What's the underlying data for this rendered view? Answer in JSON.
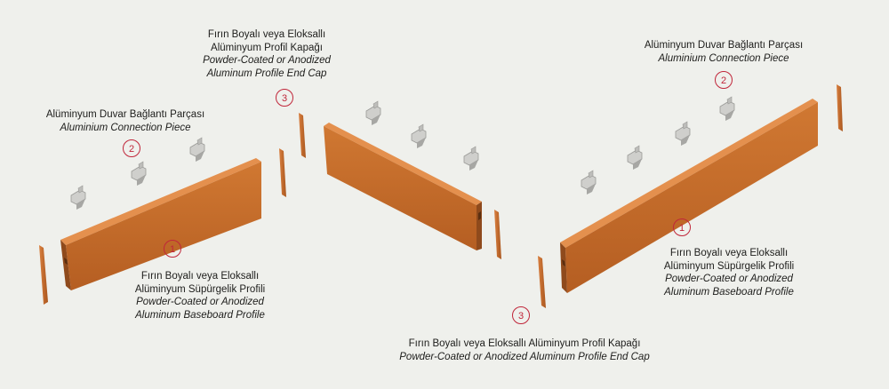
{
  "colors": {
    "background": "#eff0ec",
    "profile_face": "#c46c2c",
    "profile_top": "#e08a48",
    "profile_dark": "#8f4a1c",
    "clip": "#c9c9c6",
    "badge": "#c0263a",
    "text": "#1d1d1b"
  },
  "labels": {
    "left_connection": {
      "tr": "Alüminyum Duvar Bağlantı Parçası",
      "en": "Aluminium Connection Piece",
      "number": "2"
    },
    "left_profile": {
      "tr1": "Fırın Boyalı veya Eloksallı",
      "tr2": "Alüminyum Süpürgelik Profili",
      "en1": "Powder-Coated or Anodized",
      "en2": "Aluminum Baseboard Profile",
      "number": "1"
    },
    "top_endcap": {
      "tr1": "Fırın Boyalı veya Eloksallı",
      "tr2": "Alüminyum Profil Kapağı",
      "en1": "Powder-Coated or Anodized",
      "en2": "Aluminum Profile End Cap",
      "number": "3"
    },
    "right_connection": {
      "tr": "Alüminyum Duvar Bağlantı Parçası",
      "en": "Aluminium Connection Piece",
      "number": "2"
    },
    "right_profile": {
      "tr1": "Fırın Boyalı veya Eloksallı",
      "tr2": "Alüminyum Süpürgelik Profili",
      "en1": "Powder-Coated or Anodized",
      "en2": "Aluminum Baseboard Profile",
      "number": "1"
    },
    "bottom_endcap": {
      "tr": "Fırın Boyalı veya Eloksallı Alüminyum Profil Kapağı",
      "en": "Powder-Coated or Anodized Aluminum Profile End Cap",
      "number": "3"
    }
  }
}
